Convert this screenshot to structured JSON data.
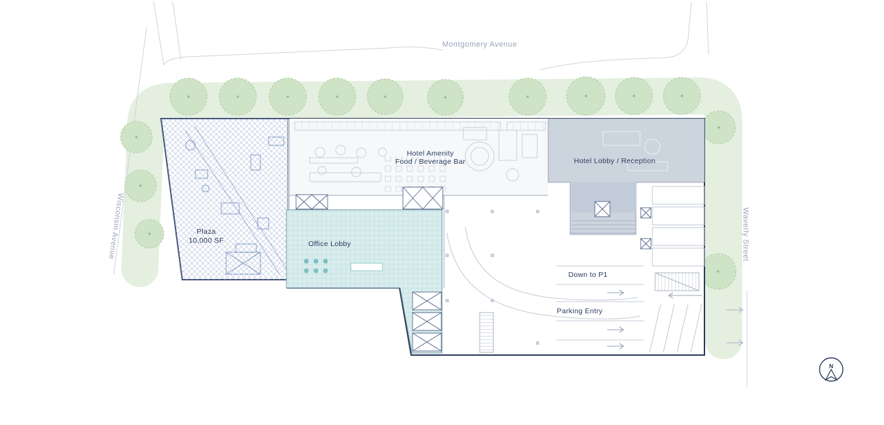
{
  "streets": {
    "top": "Montgomery Avenue",
    "left": "Wisconsin Avenue",
    "right": "Waverly Street"
  },
  "zones": {
    "plaza": {
      "name": "Plaza",
      "area": "10,000 SF"
    },
    "hotel_amenity": {
      "line1": "Hotel Amenity",
      "line2": "Food / Beverage Bar"
    },
    "hotel_lobby": {
      "label": "Hotel Lobby / Reception"
    },
    "office_lobby": {
      "label": "Office Lobby"
    },
    "parking": {
      "down_label": "Down to P1",
      "entry_label": "Parking Entry"
    }
  },
  "compass": {
    "north_label": "N"
  },
  "colors": {
    "outline": "#2b3a5c",
    "landscape_band": "#e4efdf",
    "tree_fill": "#cfe3c6",
    "hotel_lobby_fill": "#ccd4de",
    "office_lobby_fill": "#d9eded",
    "plaza_hatch": "#bcc7df",
    "linework": "#c6cdd8",
    "street_text": "#9aa5ba"
  }
}
